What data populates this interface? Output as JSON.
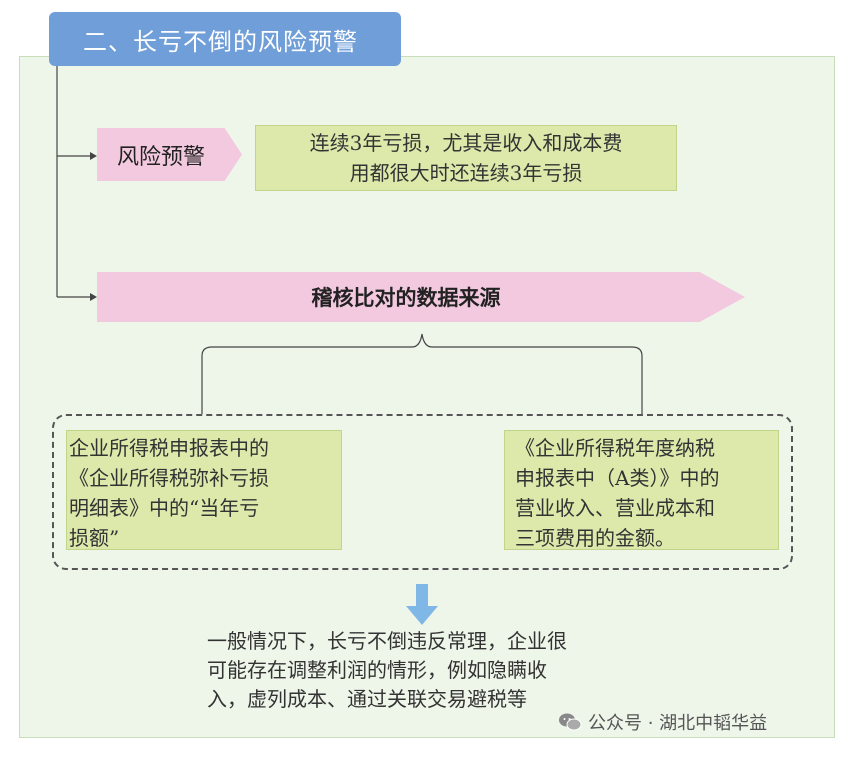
{
  "title": "二、长亏不倒的风险预警",
  "warning": {
    "label": "风险预警",
    "description_line1": "连续3年亏损，尤其是收入和成本费",
    "description_line2": "用都很大时还连续3年亏损"
  },
  "data_source": {
    "label": "稽核比对的数据来源",
    "left": {
      "line1": "企业所得税申报表中的",
      "line2": "《企业所得税弥补亏损",
      "line3": "明细表》中的“当年亏",
      "line4": "损额”"
    },
    "right": {
      "line1": "《企业所得税年度纳税",
      "line2": "申报表中（A类）》中的",
      "line3": "营业收入、营业成本和",
      "line4": "三项费用的金额。"
    }
  },
  "conclusion": {
    "line1": "一般情况下，长亏不倒违反常理，企业很",
    "line2": "可能存在调整利润的情形，例如隐瞒收",
    "line3": "入，虚列成本、通过关联交易避税等"
  },
  "watermark": "公众号 · 湖北中韬华益",
  "colors": {
    "title_bg": "#6f9ed8",
    "panel_bg": "#eef6ea",
    "pink": "#f3c9df",
    "green": "#dde9ab",
    "arrow_blue": "#7fb7e6"
  },
  "icons": [
    "wechat-icon",
    "down-arrow-icon"
  ]
}
